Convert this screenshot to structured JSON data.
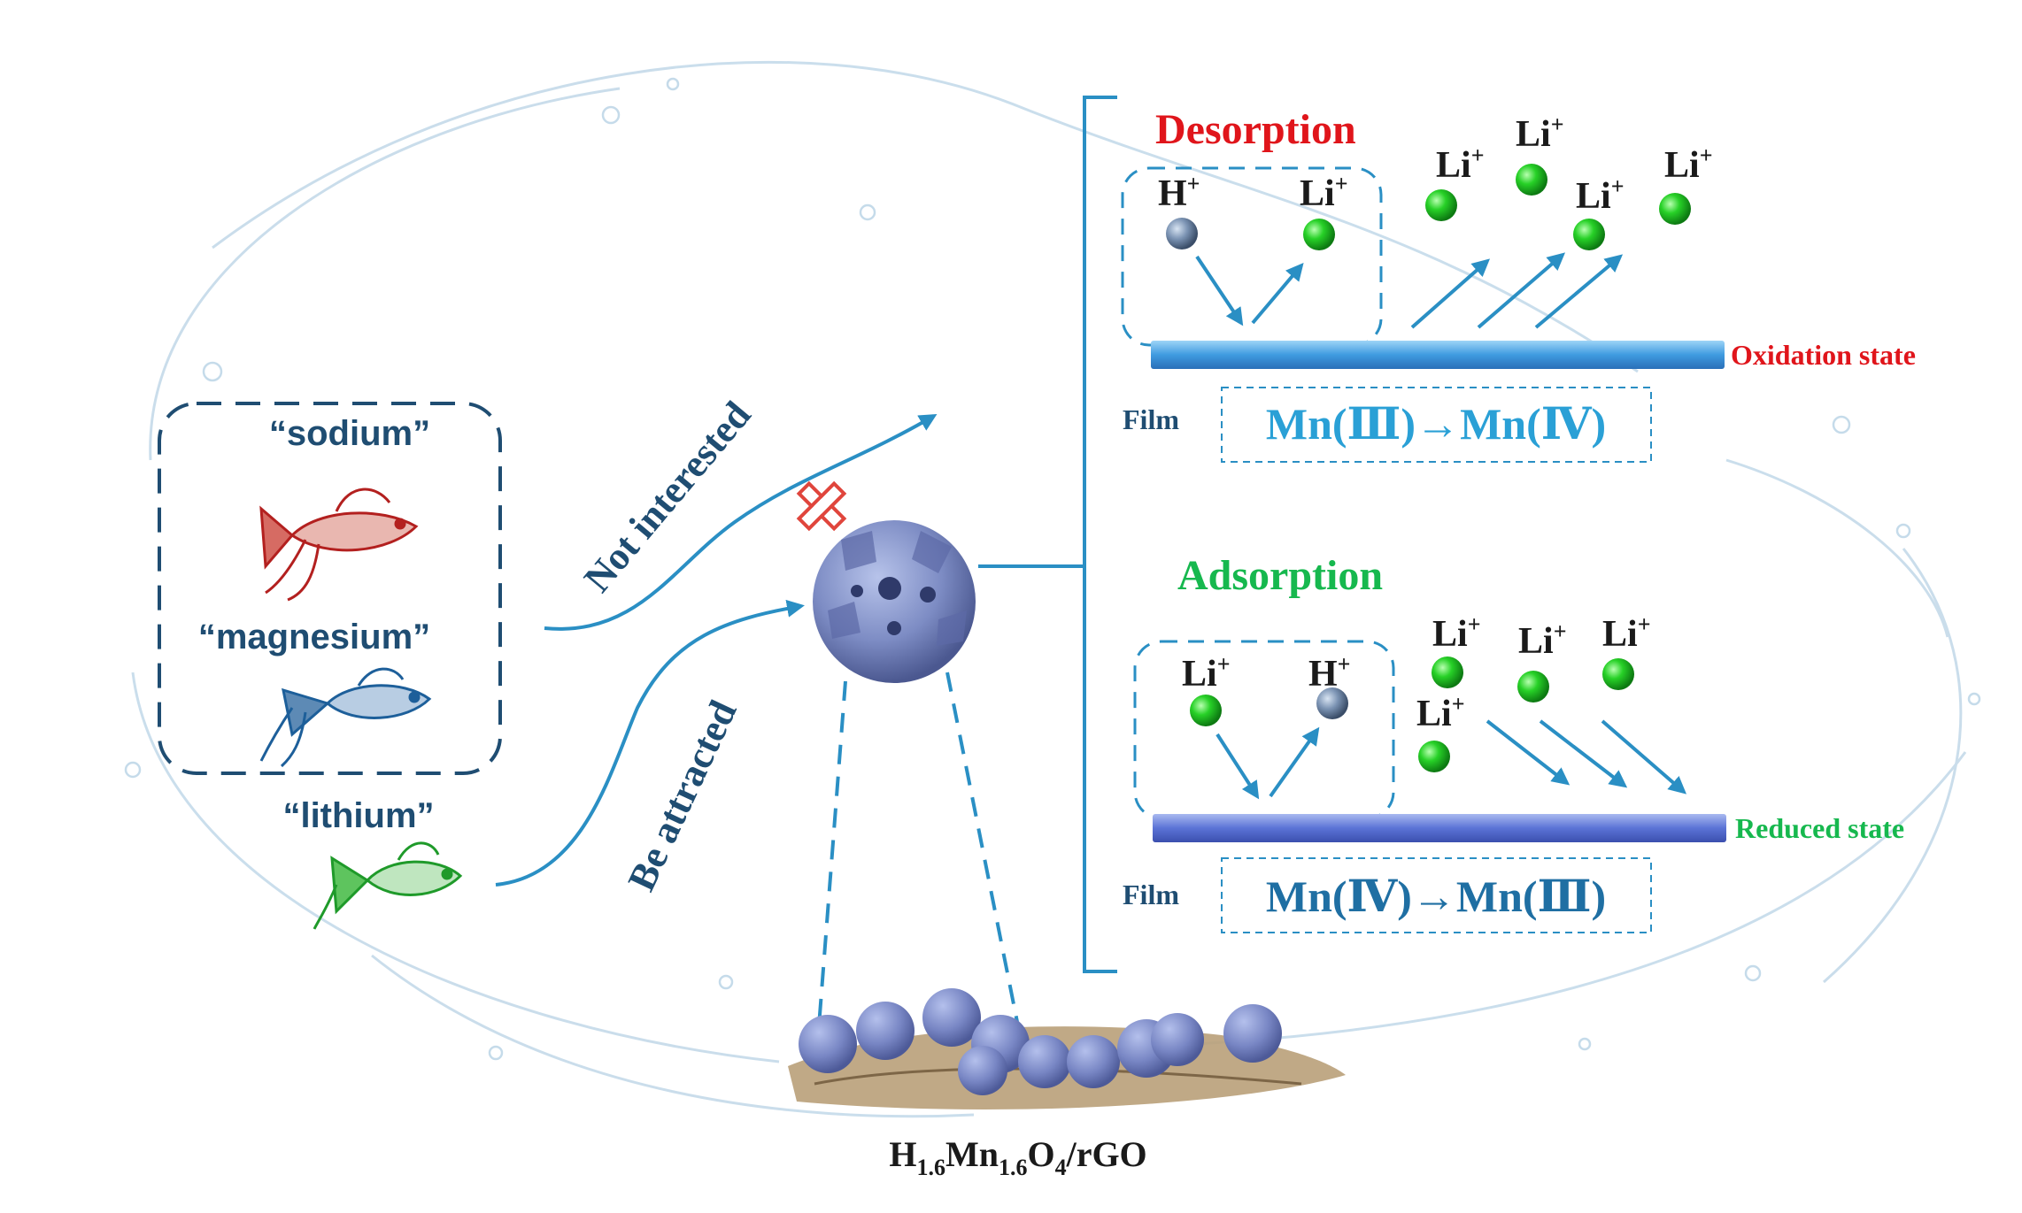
{
  "left_panel": {
    "sodium_label": "“sodium”",
    "magnesium_label": "“magnesium”",
    "lithium_label": "“lithium”"
  },
  "paths": {
    "not_interested": "Not interested",
    "be_attracted": "Be attracted"
  },
  "material_label": {
    "base": "H",
    "sub1": "1.6",
    "mn": "Mn",
    "sub2": "1.6",
    "o": "O",
    "sub3": "4",
    "tail": "/rGO"
  },
  "desorption": {
    "title": "Desorption",
    "h_ion": "H",
    "li_ion": "Li",
    "plus": "+",
    "state_label": "Oxidation state",
    "film_label": "Film",
    "mn_from": "Mn(Ⅲ)",
    "arrow": "→",
    "mn_to": "Mn(Ⅳ)"
  },
  "adsorption": {
    "title": "Adsorption",
    "h_ion": "H",
    "li_ion": "Li",
    "plus": "+",
    "state_label": "Reduced state",
    "film_label": "Film",
    "mn_from": "Mn(Ⅳ)",
    "arrow": "→",
    "mn_to": "Mn(Ⅲ)"
  },
  "colors": {
    "desorption_title": "#e0151b",
    "adsorption_title": "#16b84e",
    "arrow_blue": "#2a8fc4",
    "li_ion_green": "#1fc11f",
    "h_ion_gray": "#6c86a6",
    "film_blue": "#4a8fe0",
    "dark_blue_text": "#1f4d72",
    "mn_text_blue": "#2aa0d6",
    "sodium_fish": "#b3201f",
    "magnesium_fish": "#1d5f9a",
    "lithium_fish": "#1f9a2a"
  }
}
